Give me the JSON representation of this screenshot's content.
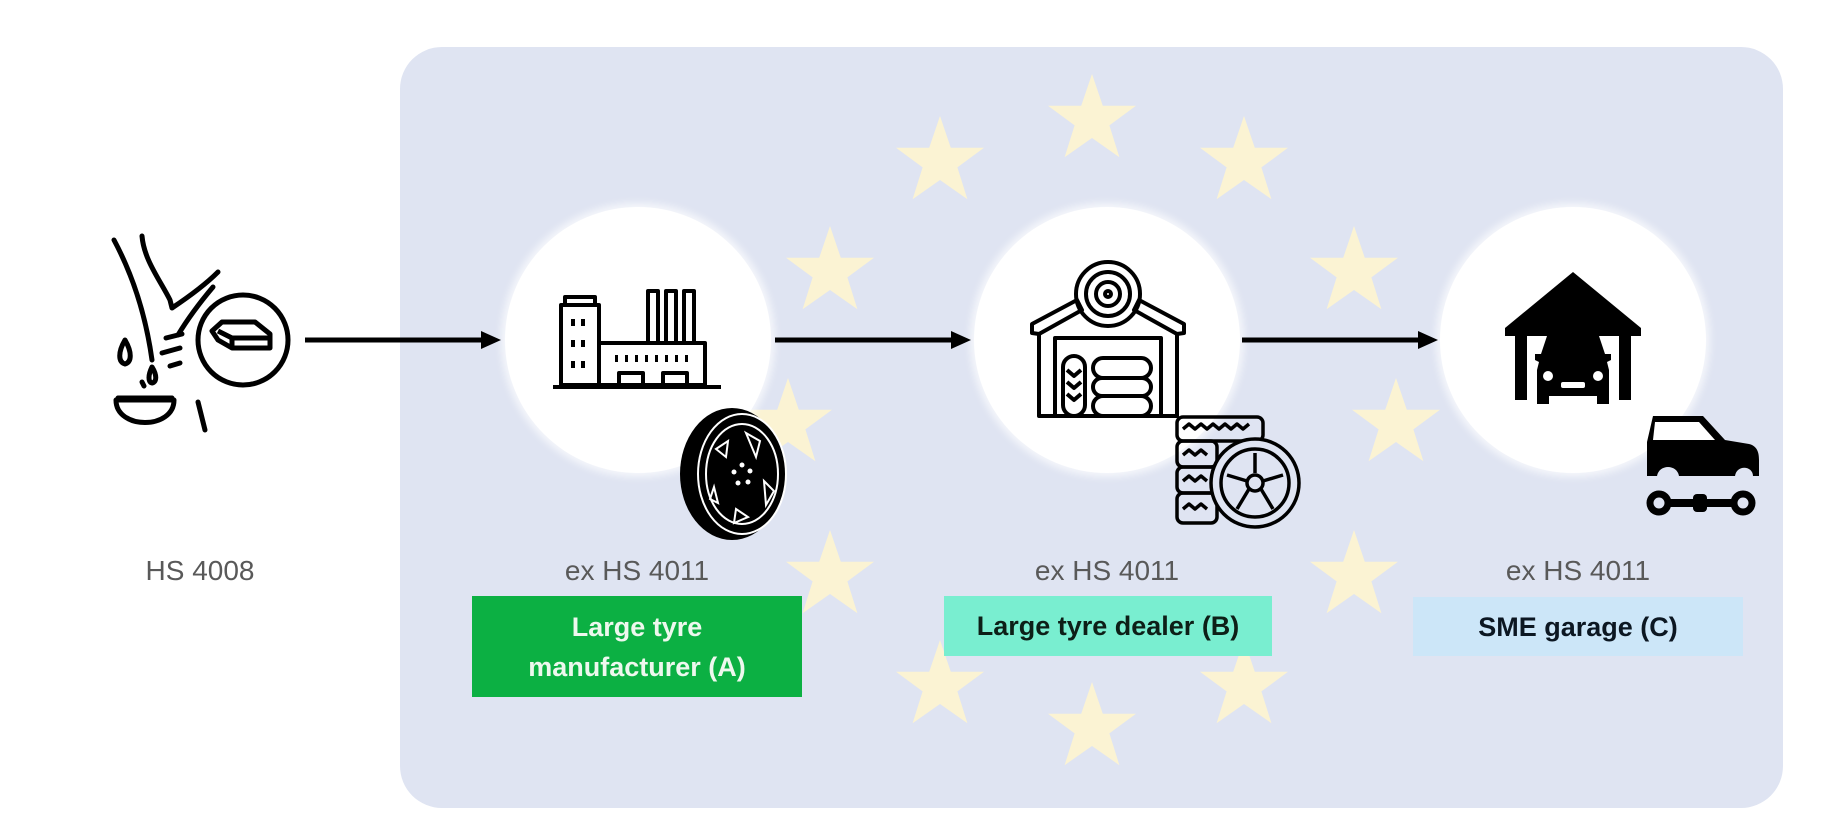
{
  "diagram": {
    "title_visible": false,
    "background": {
      "panel_color": "#dfe4f2",
      "star_color": "#fbf3d3",
      "motif": "eu-flag-star-ring",
      "star_count": 12
    },
    "source": {
      "icon": "rubber-tree-latex-icon",
      "secondary_icon": "rubber-block-icon",
      "hs_code": "HS 4008"
    },
    "nodes": [
      {
        "id": "A",
        "hs_code": "ex HS 4011",
        "label": "Large tyre manufacturer (A)",
        "label_line1": "Large tyre",
        "label_line2": "manufacturer (A)",
        "box_color": "#0cb043",
        "icon": "factory-icon",
        "badge_icon": "tyre-wheel-icon"
      },
      {
        "id": "B",
        "hs_code": "ex HS 4011",
        "label": "Large tyre dealer (B)",
        "box_color": "#79eed0",
        "icon": "tyre-warehouse-icon",
        "badge_icon": "tyre-stack-icon"
      },
      {
        "id": "C",
        "hs_code": "ex HS 4011",
        "label": "SME garage (C)",
        "box_color": "#cce6f8",
        "icon": "car-garage-icon",
        "badge_icon": "car-body-chassis-icon"
      }
    ],
    "edges": [
      {
        "from": "source",
        "to": "A",
        "icon": "arrow-right-icon"
      },
      {
        "from": "A",
        "to": "B",
        "icon": "arrow-right-icon"
      },
      {
        "from": "B",
        "to": "C",
        "icon": "arrow-right-icon"
      }
    ]
  }
}
